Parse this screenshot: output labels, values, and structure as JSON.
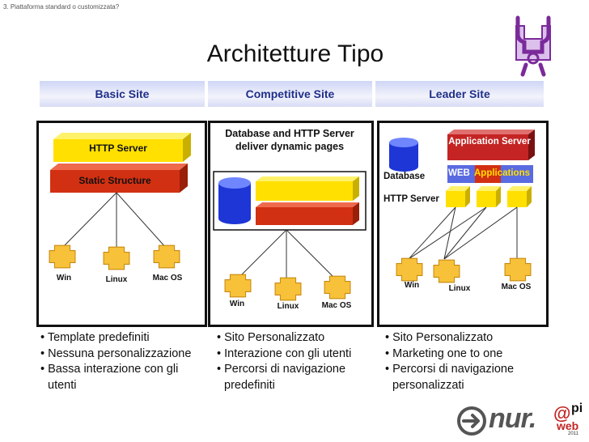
{
  "breadcrumb": "3. Piattaforma standard o customizzata?",
  "title": "Architetture Tipo",
  "columns": [
    {
      "header": "Basic Site",
      "layers": [
        "HTTP Server",
        "Static Structure"
      ],
      "clients": [
        "Win",
        "Linux",
        "Mac OS"
      ],
      "bullets": [
        "Template predefiniti",
        "Nessuna personalizzazione",
        "Bassa interazione con gli utenti"
      ]
    },
    {
      "header": "Competitive Site",
      "description": "Database and HTTP Server deliver dynamic pages",
      "clients": [
        "Win",
        "Linux",
        "Mac OS"
      ],
      "bullets": [
        "Sito Personalizzato",
        "Interazione con gli utenti",
        "Percorsi di navigazione predefiniti"
      ]
    },
    {
      "header": "Leader Site",
      "app_server": "Application Server",
      "web_label": "WEB",
      "applications_label": "Applications",
      "database_label": "Database",
      "http_label": "HTTP Server",
      "clients": [
        "Win",
        "Linux",
        "Mac OS"
      ],
      "bullets": [
        "Sito Personalizzato",
        "Marketing one to one",
        "Percorsi di navigazione personalizzati"
      ]
    }
  ],
  "footer": {
    "logo1": "nur.",
    "logo2_top": "pi",
    "logo2_bottom": "web",
    "logo2_year": "2011"
  },
  "colors": {
    "header_text": "#1f2f8a",
    "yellow": "#ffe000",
    "red": "#d23012",
    "db_blue": "#1e36d6",
    "client_yellow": "#f7c23a",
    "wrench_purple": "#7a2a9a"
  }
}
